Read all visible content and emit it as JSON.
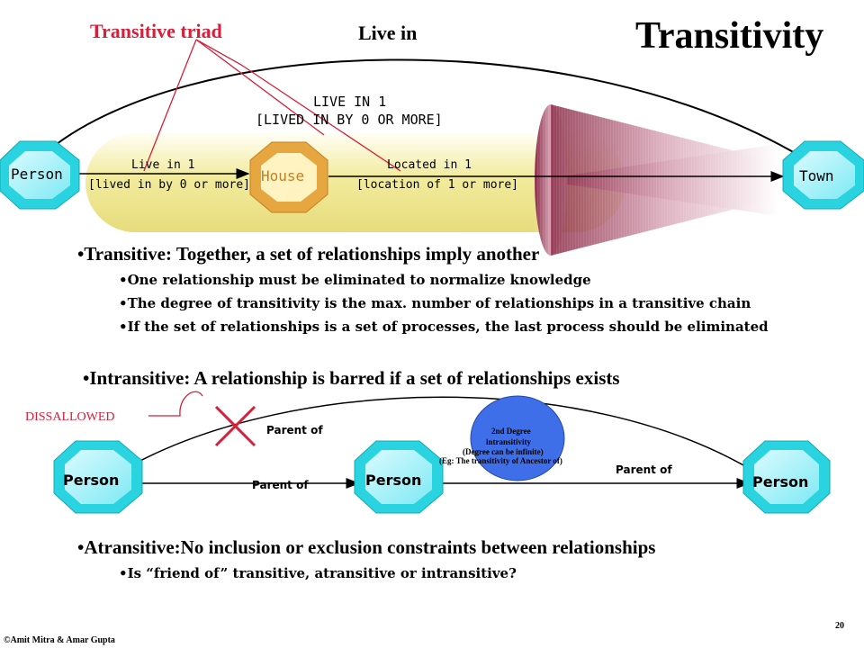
{
  "title": "Transitivity",
  "triad_label": "Transitive triad",
  "live_in_label": "Live in",
  "top_diagram": {
    "entity_person": "Person",
    "entity_house": "House",
    "entity_town": "Town",
    "rel_live_in_1": "LIVE IN 1",
    "rel_lived_by": "[LIVED IN BY 0 OR MORE]",
    "rel_person_house": "Live in 1",
    "rel_person_house_inv": "[lived in by 0 or more]",
    "rel_house_town": "Located in 1",
    "rel_house_town_inv": "[location of 1 or more]"
  },
  "transitive": {
    "heading": "•Transitive: Together, a set of relationships imply another",
    "points": [
      "•One relationship must be eliminated to normalize knowledge",
      "•The degree of transitivity is the max. number of relationships in a transitive chain",
      "•If the set of relationships is a set of processes, the last process should be eliminated"
    ]
  },
  "intransitive": {
    "heading": "•Intransitive: A relationship is barred if a set of relationships exists",
    "disallowed": "DISSALLOWED",
    "person_left": "Person",
    "person_mid": "Person",
    "person_right": "Person",
    "parent_top": "Parent of",
    "parent_left": "Parent of",
    "parent_right": "Parent of",
    "degree_line1": "2nd Degree",
    "degree_line2": "intransitivity",
    "degree_line3": "(Degree can be infinite)",
    "degree_line4": "(Eg: The transitivity of Ancestor of)"
  },
  "atransitive": {
    "heading": "•Atransitive:No inclusion or exclusion constraints between relationships",
    "points": [
      "•Is “friend of” transitive, atransitive or intransitive?"
    ]
  },
  "page_number": "20",
  "copyright": "©Amit Mitra & Amar Gupta",
  "colors": {
    "accent_red": "#d4203a",
    "octagon_cyan": "#29d4e0",
    "band_yellow": "#f2eb9c",
    "cone_maroon": "#8a2a46",
    "circle_blue": "#3f6fe8"
  }
}
